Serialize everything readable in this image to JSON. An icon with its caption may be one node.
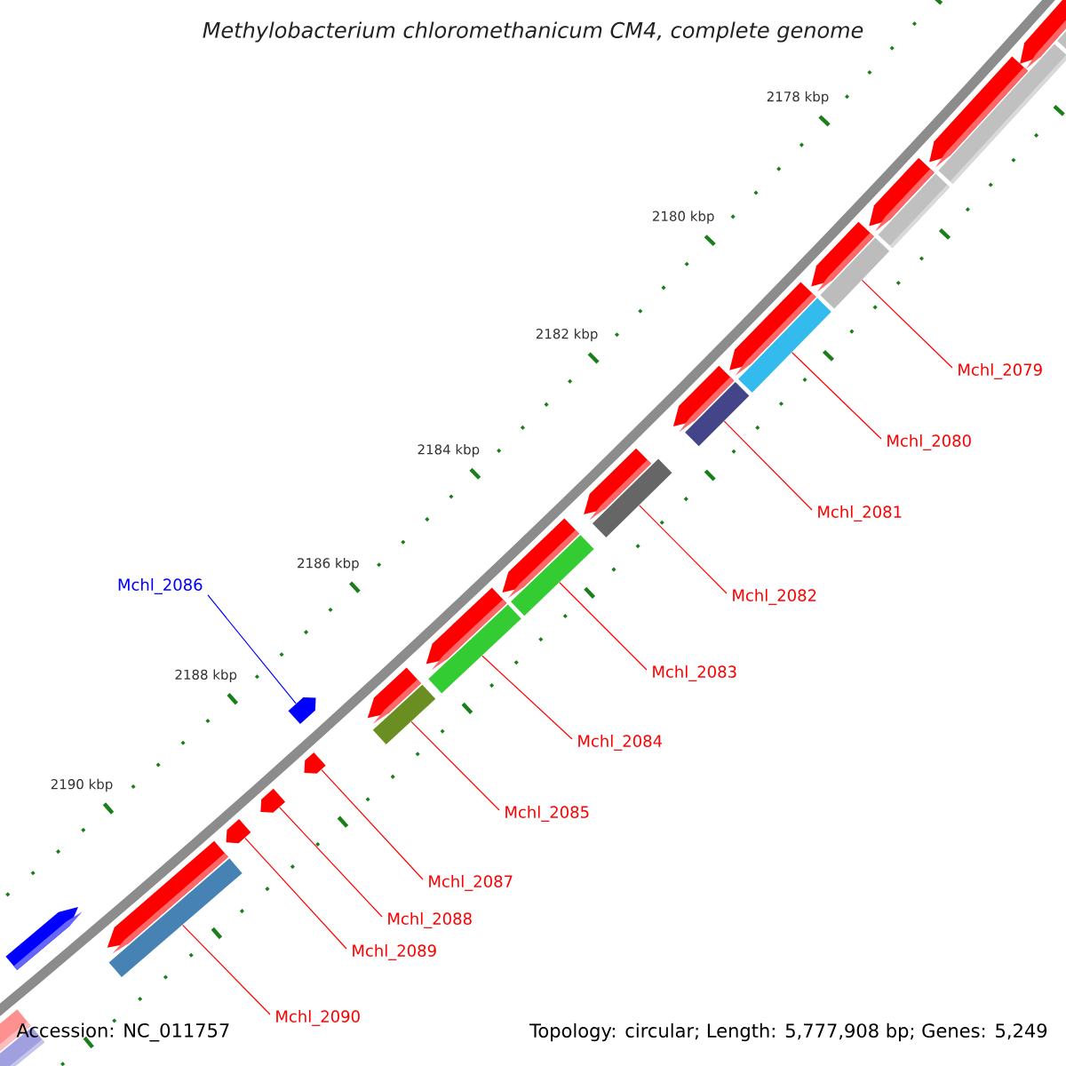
{
  "diagram": {
    "title": "Methylobacterium chloromethanicum CM4, complete genome",
    "nodes": [
      {
        "text": [
          "Mchl_2079"
        ]
      },
      {
        "text": [
          "Mchl_2080"
        ]
      },
      {
        "text": [
          "Mchl_2081"
        ]
      },
      {
        "text": [
          "Mchl_2086"
        ]
      },
      {
        "text": [
          "Mchl_2082"
        ]
      },
      {
        "text": [
          "Mchl_2083"
        ]
      },
      {
        "text": [
          "Mchl_2084"
        ]
      },
      {
        "text": [
          "Mchl_2085"
        ]
      },
      {
        "text": [
          "Mchl_2087"
        ]
      },
      {
        "text": [
          "Mchl_2088"
        ]
      },
      {
        "text": [
          "Mchl_2089"
        ]
      },
      {
        "text": [
          "Mchl_2090"
        ]
      },
      {
        "text": [],
        "shape": "bar"
      },
      {
        "text": [],
        "shape": "bar"
      },
      {
        "text": [],
        "shape": "bar"
      },
      {
        "text": [],
        "shape": "bar"
      },
      {
        "text": [],
        "shape": "bar"
      },
      {
        "text": [],
        "shape": "bar"
      },
      {
        "text": [],
        "shape": "bar"
      },
      {
        "text": [],
        "shape": "pentagon"
      },
      {
        "text": [],
        "shape": "pentagon"
      },
      {
        "text": [],
        "shape": "pentagon"
      },
      {
        "text": [],
        "shape": "pentagon"
      },
      {
        "text": [],
        "shape": "bar"
      }
    ],
    "edges": [
      {
        "from": 0,
        "to": 12,
        "arrow": "none"
      },
      {
        "from": 1,
        "to": 13,
        "arrow": "none"
      },
      {
        "from": 2,
        "to": 14,
        "arrow": "none"
      },
      {
        "from": 3,
        "to": 19,
        "arrow": "none",
        "color": "#0000ff"
      },
      {
        "from": 4,
        "to": 15,
        "arrow": "none"
      },
      {
        "from": 5,
        "to": 16,
        "arrow": "none"
      },
      {
        "from": 6,
        "to": 17,
        "arrow": "none"
      },
      {
        "from": 7,
        "to": 18,
        "arrow": "none"
      },
      {
        "from": 8,
        "to": 20,
        "arrow": "none"
      },
      {
        "from": 9,
        "to": 21,
        "arrow": "none"
      },
      {
        "from": 10,
        "to": 22,
        "arrow": "none"
      },
      {
        "from": 11,
        "to": 23,
        "arrow": "none"
      }
    ],
    "labels": [
      "2178 kbp",
      "2180 kbp",
      "2182 kbp",
      "2184 kbp",
      "2186 kbp",
      "2188 kbp",
      "2190 kbp",
      "Accession: NC_011757",
      "Topology: circular; Length: 5,777,908 bp; Genes: 5,249"
    ]
  }
}
